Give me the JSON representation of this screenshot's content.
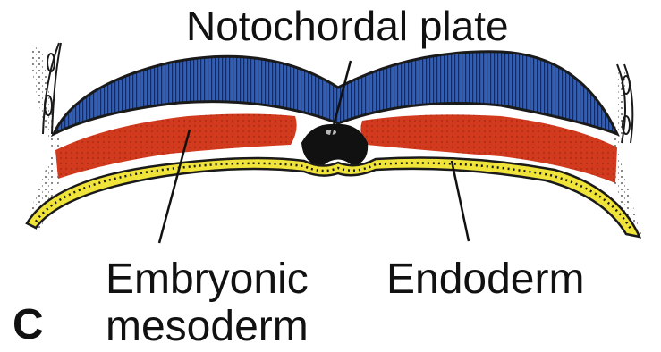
{
  "labels": {
    "notochordal_plate": "Notochordal plate",
    "mesoderm_line1": "Embryonic",
    "mesoderm_line2": "mesoderm",
    "endoderm": "Endoderm",
    "panel": "C"
  },
  "colors": {
    "ectoderm": "#2f5fb8",
    "mesoderm": "#d23a1e",
    "endoderm": "#f0e33a",
    "notochord": "#111111",
    "outline": "#1a1a1a",
    "stipple": "#333333"
  }
}
